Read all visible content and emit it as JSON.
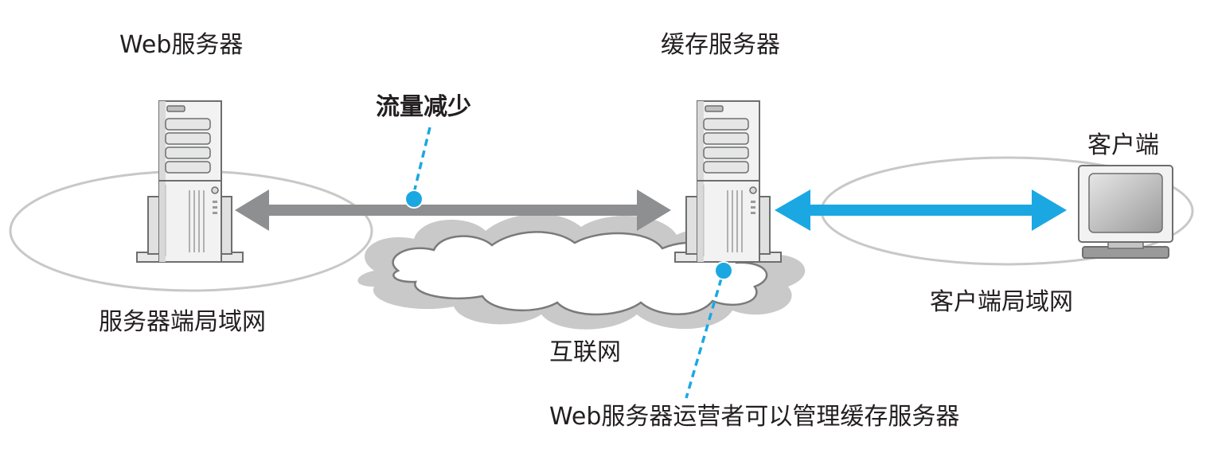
{
  "labels": {
    "web_server": "Web服务器",
    "cache_server": "缓存服务器",
    "client": "客户端",
    "traffic_reduced": "流量减少",
    "server_lan": "服务器端局域网",
    "client_lan": "客户端局域网",
    "internet": "互联网",
    "operator_note": "Web服务器运营者可以管理缓存服务器"
  },
  "colors": {
    "gray_arrow": "#8e8f91",
    "blue_arrow": "#1ba8e2",
    "ellipse_stroke": "#c8c8c8",
    "cloud_fill": "#c9c9c9",
    "server_body": "#f2f2f2",
    "server_stroke": "#6d6e70"
  }
}
